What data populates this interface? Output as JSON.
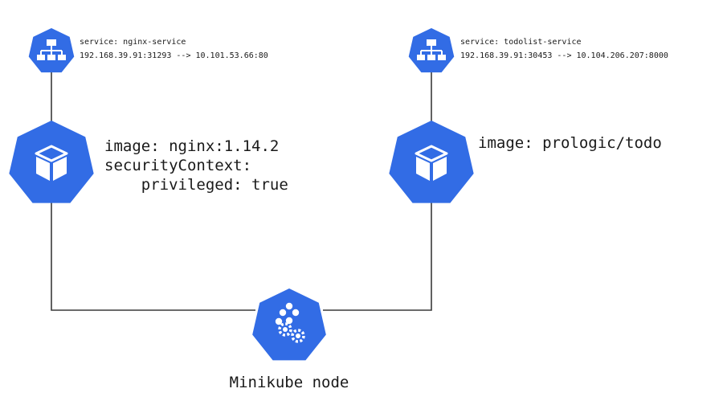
{
  "colors": {
    "kube_blue": "#326ce5",
    "icon_white": "#ffffff",
    "line": "#3a3a3a",
    "text": "#1a1a1a"
  },
  "services": [
    {
      "icon": "service-network-icon",
      "name_line": "service: nginx-service",
      "address_line": "192.168.39.91:31293 --> 10.101.53.66:80"
    },
    {
      "icon": "service-network-icon",
      "name_line": "service: todolist-service",
      "address_line": "192.168.39.91:30453 --> 10.104.206.207:8000"
    }
  ],
  "pods": [
    {
      "icon": "pod-cube-icon",
      "lines": [
        "image: nginx:1.14.2",
        "securityContext:",
        "    privileged: true"
      ]
    },
    {
      "icon": "pod-cube-icon",
      "lines": [
        "image: prologic/todo"
      ]
    }
  ],
  "node": {
    "icon": "node-gears-icon",
    "label": "Minikube node"
  }
}
